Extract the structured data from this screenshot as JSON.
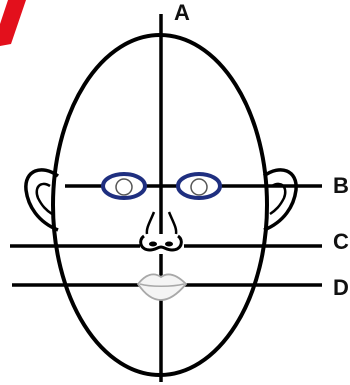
{
  "labels": {
    "a": "A",
    "b": "B",
    "c": "C",
    "d": "D"
  },
  "colors": {
    "line": "#000000",
    "eye_outline": "#1f2f80",
    "corner_mark": "#e3101c",
    "lips": "#c9c9c9"
  }
}
